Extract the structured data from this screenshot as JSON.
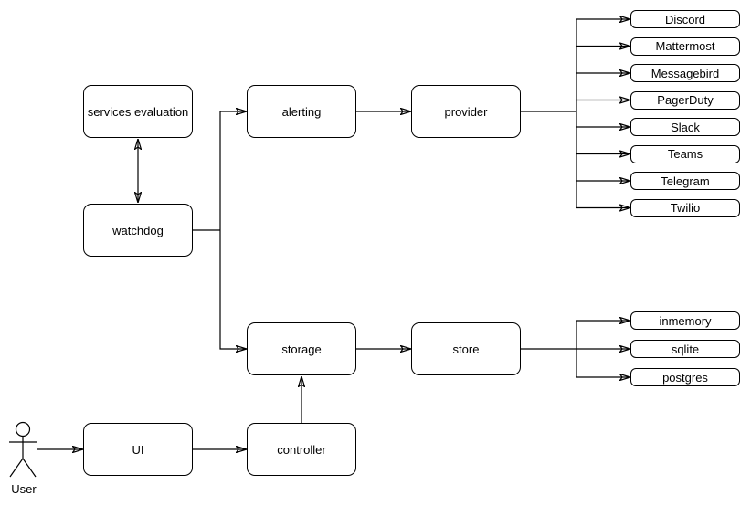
{
  "nodes": {
    "services_evaluation": "services evaluation",
    "watchdog": "watchdog",
    "alerting": "alerting",
    "provider": "provider",
    "storage": "storage",
    "store": "store",
    "ui": "UI",
    "controller": "controller"
  },
  "providers": [
    "Discord",
    "Mattermost",
    "Messagebird",
    "PagerDuty",
    "Slack",
    "Teams",
    "Telegram",
    "Twilio"
  ],
  "stores": [
    "inmemory",
    "sqlite",
    "postgres"
  ],
  "actor": {
    "label": "User"
  },
  "colors": {
    "stroke": "#000000",
    "node_fill": "#ffffff",
    "background": "#ffffff"
  }
}
